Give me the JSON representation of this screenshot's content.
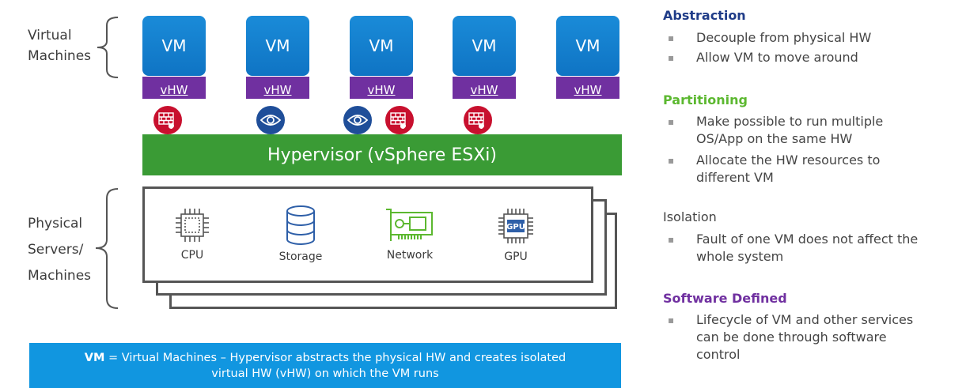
{
  "left_labels": {
    "virtual": "Virtual\nMachines",
    "physical": "Physical\nServers/\nMachines"
  },
  "vms": [
    {
      "label": "VM",
      "vhw": "vHW"
    },
    {
      "label": "VM",
      "vhw": "vHW"
    },
    {
      "label": "VM",
      "vhw": "vHW"
    },
    {
      "label": "VM",
      "vhw": "vHW"
    },
    {
      "label": "VM",
      "vhw": "vHW"
    }
  ],
  "badges": [
    {
      "type": "firewall-icon"
    },
    {
      "type": "eye-icon"
    },
    {
      "type": "eye-icon"
    },
    {
      "type": "firewall-icon"
    },
    {
      "type": "firewall-icon"
    }
  ],
  "hypervisor": "Hypervisor (vSphere ESXi)",
  "components": [
    {
      "label": "CPU",
      "icon": "cpu-icon"
    },
    {
      "label": "Storage",
      "icon": "storage-icon"
    },
    {
      "label": "Network",
      "icon": "network-card-icon"
    },
    {
      "label": "GPU",
      "icon": "gpu-icon"
    }
  ],
  "gpu_chip_text": "GPU",
  "caption": {
    "bold": "VM",
    "line1": " = Virtual Machines – Hypervisor abstracts the physical HW and creates isolated",
    "line2": "virtual HW (vHW) on which the VM runs"
  },
  "sections": [
    {
      "title": "Abstraction",
      "color": "#1f3c88",
      "bullets": [
        "Decouple from physical HW",
        "Allow VM to move around"
      ]
    },
    {
      "title": "Partitioning",
      "color": "#5cb830",
      "bullets": [
        "Make possible to run multiple\nOS/App on the same HW",
        "Allocate the HW resources to\ndifferent VM"
      ]
    },
    {
      "title": "Isolation",
      "color": "#444444",
      "bullets": [
        "Fault of one VM does not affect the\nwhole system"
      ]
    },
    {
      "title": "Software Defined",
      "color": "#7030a0",
      "bullets": [
        "Lifecycle of VM and other services\ncan be done through software\ncontrol"
      ]
    }
  ],
  "bullet_char": "▪",
  "colors": {
    "vm": "#0f74c4",
    "vhw": "#7030a0",
    "hypervisor": "#3a9b35",
    "firewall": "#c8102e",
    "eye": "#1f4e99",
    "caption": "#1196e0"
  }
}
